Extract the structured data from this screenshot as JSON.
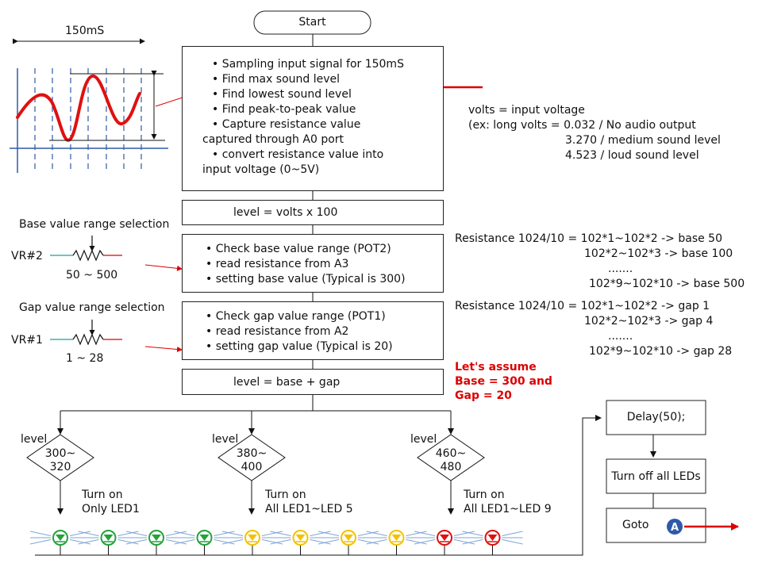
{
  "waveform": {
    "duration_label": "150mS"
  },
  "start": {
    "label": "Start"
  },
  "step_sampling": {
    "lines": [
      "• Sampling input signal for 150mS",
      "• Find max sound level",
      "• Find lowest sound level",
      "• Find peak-to-peak value",
      "• Capture resistance value",
      "captured through A0 port",
      "• convert resistance value into",
      "input voltage (0~5V)"
    ]
  },
  "marker_a": "A",
  "volts_note": {
    "lines": [
      "volts = input voltage",
      "(ex: long volts = 0.032 / No audio output",
      "3.270 / medium sound level",
      "4.523 / loud sound level"
    ]
  },
  "step_level": {
    "label": "level = volts x 100"
  },
  "base_range": {
    "title": "Base value range selection",
    "vr": "VR#2",
    "range": "50 ~ 500"
  },
  "step_base": {
    "lines": [
      "• Check base value range (POT2)",
      "• read resistance from A3",
      "• setting base value (Typical is 300)"
    ]
  },
  "base_note": {
    "lines": [
      "Resistance 1024/10 = 102*1~102*2 -> base 50",
      "102*2~102*3 -> base 100",
      ".......",
      "102*9~102*10 -> base 500"
    ]
  },
  "gap_range": {
    "title": "Gap value range selection",
    "vr": "VR#1",
    "range": "1 ~ 28"
  },
  "step_gap": {
    "lines": [
      "• Check gap value range (POT1)",
      "• read resistance from A2",
      "• setting gap value (Typical is 20)"
    ]
  },
  "gap_note": {
    "lines": [
      "Resistance 1024/10 = 102*1~102*2 -> gap 1",
      "102*2~102*3 -> gap 4",
      ".......",
      "102*9~102*10 -> gap 28"
    ]
  },
  "step_sum": {
    "label": "level = base + gap"
  },
  "assume": {
    "lines": [
      "Let's assume",
      "Base = 300 and",
      "Gap = 20"
    ]
  },
  "decisions": [
    {
      "level_label": "level",
      "range": [
        "300~",
        "320"
      ],
      "action": [
        "Turn on",
        "Only LED1"
      ]
    },
    {
      "level_label": "level",
      "range": [
        "380~",
        "400"
      ],
      "action": [
        "Turn on",
        "All LED1~LED 5"
      ]
    },
    {
      "level_label": "level",
      "range": [
        "460~",
        "480"
      ],
      "action": [
        "Turn on",
        "All LED1~LED 9"
      ]
    }
  ],
  "leds": [
    "green",
    "green",
    "green",
    "green",
    "yellow",
    "yellow",
    "yellow",
    "yellow",
    "red",
    "red"
  ],
  "colors": {
    "green": "#22a33a",
    "yellow": "#f2c200",
    "red": "#e01010",
    "accent": "#d00000",
    "marker": "#2e5aa8",
    "ray": "#7fa6d6"
  },
  "right_flow": {
    "delay": "Delay(50);",
    "turn_off": "Turn off all LEDs",
    "goto": "Goto"
  }
}
